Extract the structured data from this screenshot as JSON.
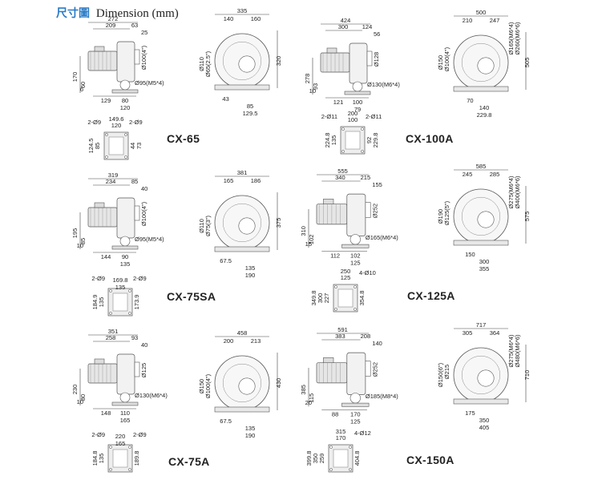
{
  "header": {
    "cn": "尺寸圖",
    "en": "Dimension (mm)"
  },
  "models": [
    {
      "name": "CX-65",
      "side": [
        "272",
        "209",
        "63",
        "25",
        "Ø100(4\")",
        "170",
        "60",
        "6",
        "129",
        "80",
        "120",
        "Ø95(M5*4)"
      ],
      "front": [
        "335",
        "140",
        "160",
        "Ø110",
        "Ø65(2.5\")",
        "320",
        "43",
        "85",
        "129.5"
      ],
      "base": [
        "2-Ø9",
        "149.6",
        "120",
        "2-Ø9",
        "124.5",
        "85",
        "44",
        "73"
      ]
    },
    {
      "name": "CX-100A",
      "side": [
        "424",
        "300",
        "124",
        "56",
        "Ø128",
        "278",
        "93",
        "10",
        "121",
        "100",
        "79",
        "Ø130(M6*4)"
      ],
      "front": [
        "500",
        "210",
        "247",
        "Ø165(M6*4)",
        "Ø260(M6*6)",
        "Ø150",
        "Ø100(4\")",
        "505",
        "70",
        "140",
        "229.8"
      ],
      "base": [
        "2-Ø11",
        "200",
        "100",
        "2-Ø11",
        "224.8",
        "135",
        "92",
        "229.8"
      ]
    },
    {
      "name": "CX-75SA",
      "side": [
        "319",
        "234",
        "85",
        "40",
        "Ø100(4\")",
        "195",
        "85",
        "10",
        "144",
        "90",
        "135",
        "Ø95(M5*4)"
      ],
      "front": [
        "381",
        "165",
        "186",
        "Ø110",
        "Ø75(3\")",
        "375",
        "67.5",
        "135",
        "190"
      ],
      "base": [
        "2-Ø9",
        "169.8",
        "135",
        "2-Ø9",
        "184.9",
        "135",
        "173.9"
      ]
    },
    {
      "name": "CX-125A",
      "side": [
        "555",
        "340",
        "215",
        "155",
        "Ø252",
        "310",
        "102",
        "15",
        "112",
        "102",
        "125",
        "Ø165(M6*4)"
      ],
      "front": [
        "585",
        "245",
        "285",
        "Ø275(M6*4)",
        "Ø400(M6*6)",
        "Ø190",
        "Ø125(5\")",
        "575",
        "150",
        "300",
        "355"
      ],
      "base": [
        "250",
        "125",
        "4-Ø10",
        "349.8",
        "300",
        "227",
        "354.8"
      ]
    },
    {
      "name": "CX-75A",
      "side": [
        "351",
        "258",
        "93",
        "40",
        "Ø125",
        "230",
        "80",
        "10",
        "148",
        "110",
        "165",
        "Ø130(M6*4)"
      ],
      "front": [
        "458",
        "200",
        "213",
        "Ø150",
        "Ø100(4\")",
        "430",
        "67.5",
        "135",
        "190"
      ],
      "base": [
        "2-Ø9",
        "220",
        "165",
        "2-Ø9",
        "184.8",
        "135",
        "189.8"
      ]
    },
    {
      "name": "CX-150A",
      "side": [
        "591",
        "383",
        "208",
        "140",
        "Ø252",
        "385",
        "115",
        "20",
        "88",
        "170",
        "125",
        "Ø185(M8*4)"
      ],
      "front": [
        "717",
        "305",
        "364",
        "Ø275(M6*4)",
        "Ø480(M6*6)",
        "Ø150(6\")",
        "Ø215",
        "710",
        "175",
        "350",
        "405"
      ],
      "base": [
        "315",
        "170",
        "4-Ø12",
        "399.8",
        "350",
        "259",
        "404.8"
      ]
    }
  ]
}
